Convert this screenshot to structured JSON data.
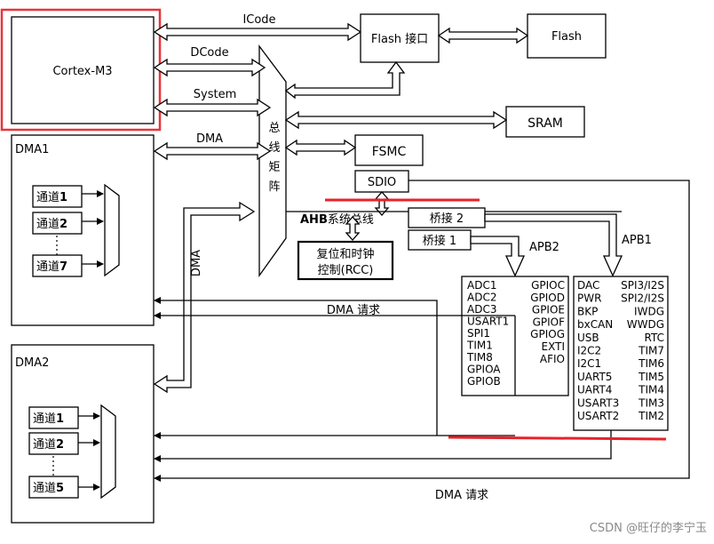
{
  "cpu": {
    "label": "Cortex-M3",
    "highlight_color": "#e8333a"
  },
  "buses": {
    "icode": "ICode",
    "dcode": "DCode",
    "system": "System",
    "dma": "DMA"
  },
  "matrix": {
    "label": [
      "总",
      "线",
      "矩",
      "阵"
    ]
  },
  "flash_if": "Flash 接口",
  "flash": "Flash",
  "sram": "SRAM",
  "fsmc": "FSMC",
  "sdio": "SDIO",
  "ahb": {
    "bold": "AHB",
    "rest": "系统总线"
  },
  "bridge2": "桥接 2",
  "bridge1": "桥接 1",
  "rcc": {
    "line1": "复位和时钟",
    "line2": "控制(RCC)"
  },
  "apb2": {
    "label": "APB2",
    "left": [
      "ADC1",
      "ADC2",
      "ADC3",
      "USART1",
      "SPI1",
      "TIM1",
      "TIM8",
      "GPIOA",
      "GPIOB"
    ],
    "right": [
      "GPIOC",
      "GPIOD",
      "GPIOE",
      "GPIOF",
      "GPIOG",
      "EXTI",
      "AFIO"
    ]
  },
  "apb1": {
    "label": "APB1",
    "left": [
      "DAC",
      "PWR",
      "BKP",
      "bxCAN",
      "USB",
      "I2C2",
      "I2C1",
      "UART5",
      "UART4",
      "USART3",
      "USART2"
    ],
    "right": [
      "SPI3/I2S",
      "SPI2/I2S",
      "IWDG",
      "WWDG",
      "RTC",
      "TIM7",
      "TIM6",
      "TIM5",
      "TIM4",
      "TIM3",
      "TIM2"
    ]
  },
  "dma1": {
    "title": "DMA1",
    "channels": [
      {
        "name": "通道",
        "num": "1"
      },
      {
        "name": "通道",
        "num": "2"
      },
      {
        "name": "通道",
        "num": "7"
      }
    ]
  },
  "dma2": {
    "title": "DMA2",
    "channels": [
      {
        "name": "通道",
        "num": "1"
      },
      {
        "name": "通道",
        "num": "2"
      },
      {
        "name": "通道",
        "num": "5"
      }
    ]
  },
  "dma_vertical": "DMA",
  "dma_request_1": "DMA 请求",
  "dma_request_2": "DMA 请求",
  "watermark": "CSDN @旺仔的李宁玉",
  "accent_color": "#e8222a"
}
